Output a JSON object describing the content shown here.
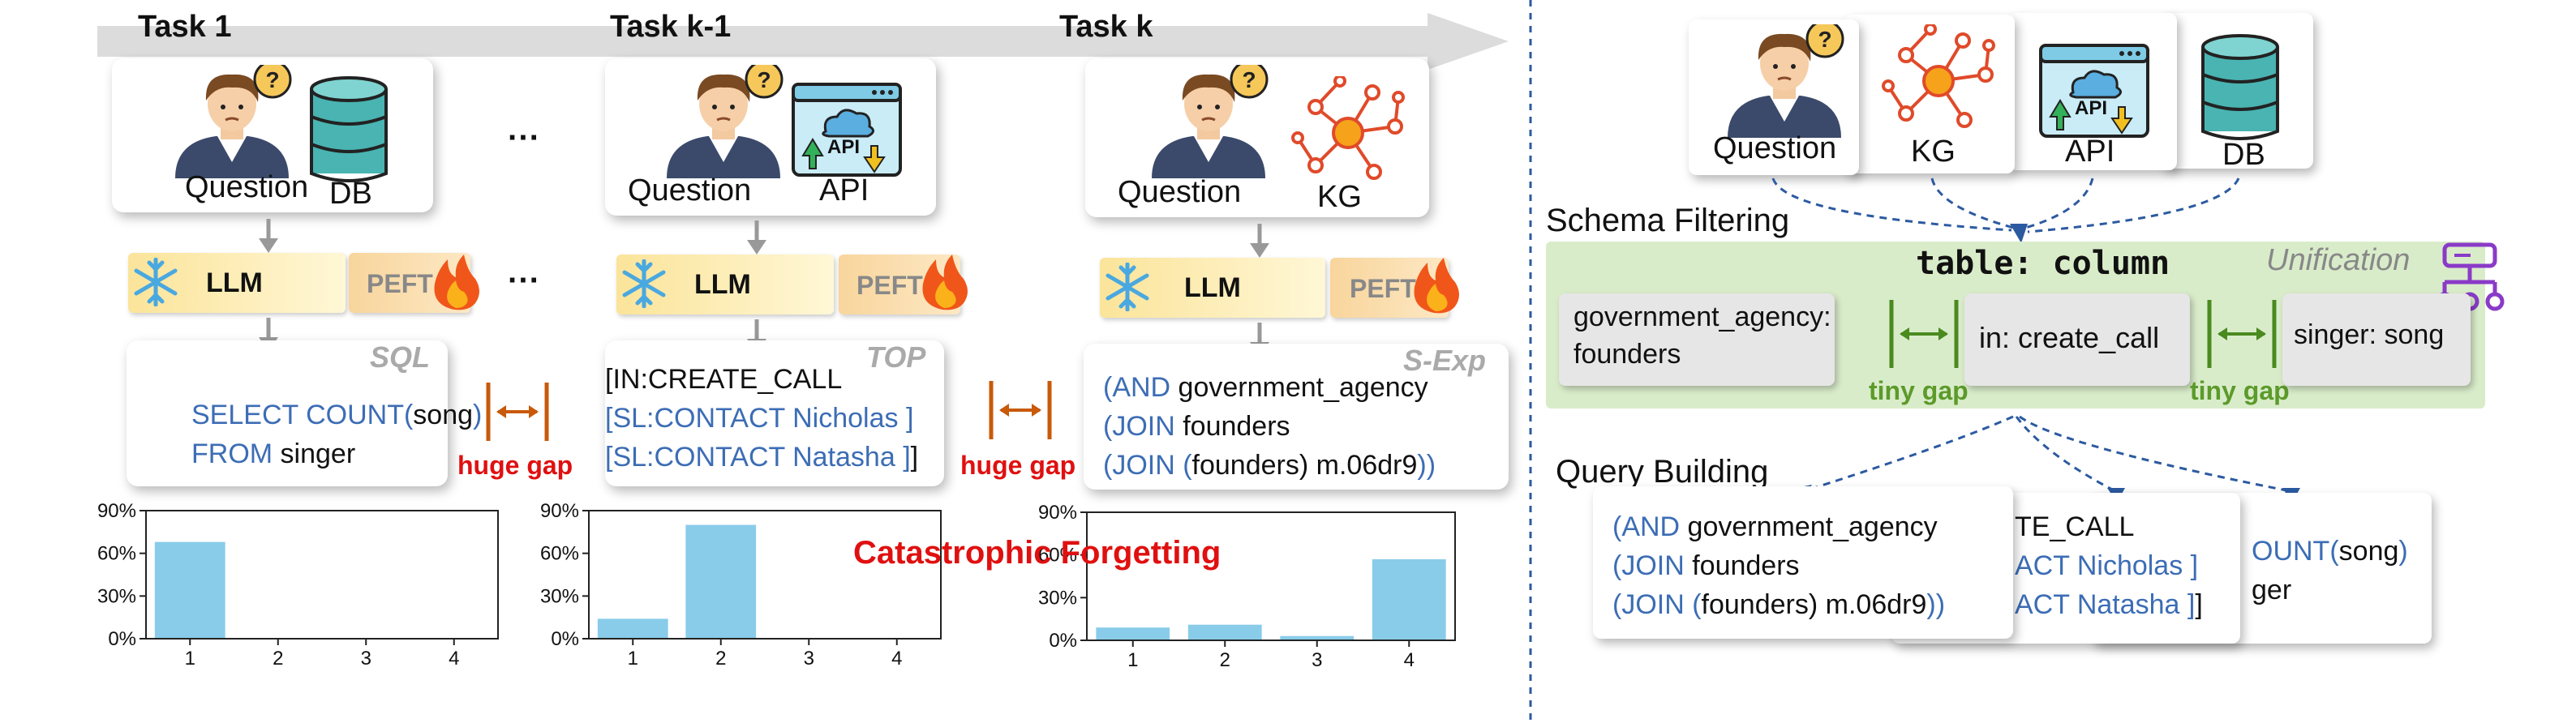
{
  "timeline": {
    "tasks": [
      {
        "label": "Task 1"
      },
      {
        "label": "Task k-1"
      },
      {
        "label": "Task k"
      }
    ]
  },
  "icons": {
    "question": "Question",
    "db": "DB",
    "api": "API",
    "kg": "KG",
    "api_screen_text": "API"
  },
  "model": {
    "llm": "LLM",
    "peft": "PEFT"
  },
  "ellipsis": "···",
  "outputs": {
    "sql": {
      "tag": "SQL",
      "line1_kw": "SELECT COUNT(",
      "line1_arg": "song",
      "line1_end": ")",
      "line2_kw": "FROM",
      "line2_arg": " singer"
    },
    "top": {
      "tag": "TOP",
      "line1": "[IN:CREATE_CALL",
      "line2": "[SL:CONTACT Nicholas ]",
      "line3": "[SL:CONTACT Natasha ]",
      "line3_end": "]"
    },
    "sexp": {
      "tag": "S-Exp",
      "l1_a": "(AND",
      "l1_b": " government_agency",
      "l2_a": "(JOIN",
      "l2_b": " founders",
      "l3_a": "(JOIN (",
      "l3_b": "founders",
      "l3_c": ") m.06dr9",
      "l3_d": "))"
    }
  },
  "gaps": {
    "huge": "huge gap",
    "tiny": "tiny gap"
  },
  "forgetting": "Catastrophic Forgetting",
  "right": {
    "schema_filtering": "Schema Filtering",
    "query_building": "Query Building",
    "unification": "Unification",
    "table_column": "table: column",
    "schema_items": [
      "government_agency:",
      "founders",
      "in: create_call",
      "singer: song"
    ],
    "front_card": {
      "l1_a": "(AND",
      "l1_b": " government_agency",
      "l2_a": "(JOIN",
      "l2_b": " founders",
      "l3_a": "(JOIN (",
      "l3_b": "founders",
      "l3_c": ") m.06dr9",
      "l3_d": "))"
    },
    "mid_card": {
      "l1": "TE_CALL",
      "l2": "ACT Nicholas ]",
      "l3": "ACT Natasha ]",
      "l3_end": "]"
    },
    "back_card": {
      "l1_a": "OUNT(",
      "l1_b": "song",
      "l1_c": ")",
      "l2": "ger"
    }
  },
  "colors": {
    "bar": "#89ccea",
    "arrow_timeline": "#dcdcdc",
    "gap_arrow": "#c85a0a",
    "tiny_arrow": "#4a8a1f",
    "unify_band": "#d9ecca",
    "dashed": "#2c5aa0"
  },
  "chart_data": [
    {
      "type": "bar",
      "categories": [
        "1",
        "2",
        "3",
        "4"
      ],
      "values": [
        68,
        0,
        0,
        0
      ],
      "ylim": [
        0,
        90
      ],
      "yticks": [
        "0%",
        "30%",
        "60%",
        "90%"
      ]
    },
    {
      "type": "bar",
      "categories": [
        "1",
        "2",
        "3",
        "4"
      ],
      "values": [
        14,
        80,
        0,
        0
      ],
      "ylim": [
        0,
        90
      ],
      "yticks": [
        "0%",
        "30%",
        "60%",
        "90%"
      ]
    },
    {
      "type": "bar",
      "categories": [
        "1",
        "2",
        "3",
        "4"
      ],
      "values": [
        9,
        11,
        3,
        57
      ],
      "ylim": [
        0,
        90
      ],
      "yticks": [
        "0%",
        "30%",
        "60%",
        "90%"
      ]
    }
  ]
}
